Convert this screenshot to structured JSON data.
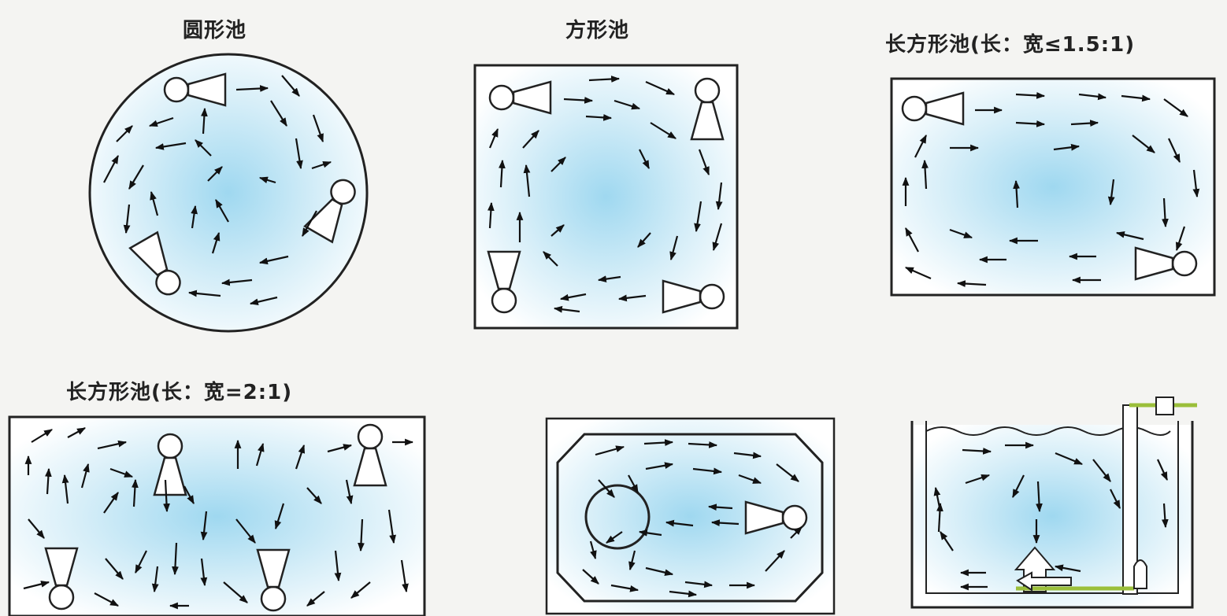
{
  "captions": {
    "round_pool": "圆形池",
    "square_pool": "方形池",
    "rect_pool_15": "长方形池(长：宽≤1.5:1)",
    "rect_pool_2": "长方形池(长：宽=2:1)"
  },
  "colors": {
    "background": "#f4f4f2",
    "water_center": "#9fd8f0",
    "water_edge": "#ffffff",
    "outline": "#222222",
    "arrow": "#111111",
    "pipe_green": "#9bbf3a"
  },
  "icons": [
    "pump-icon",
    "flow-arrow-icon",
    "filter-pipe-icon"
  ]
}
